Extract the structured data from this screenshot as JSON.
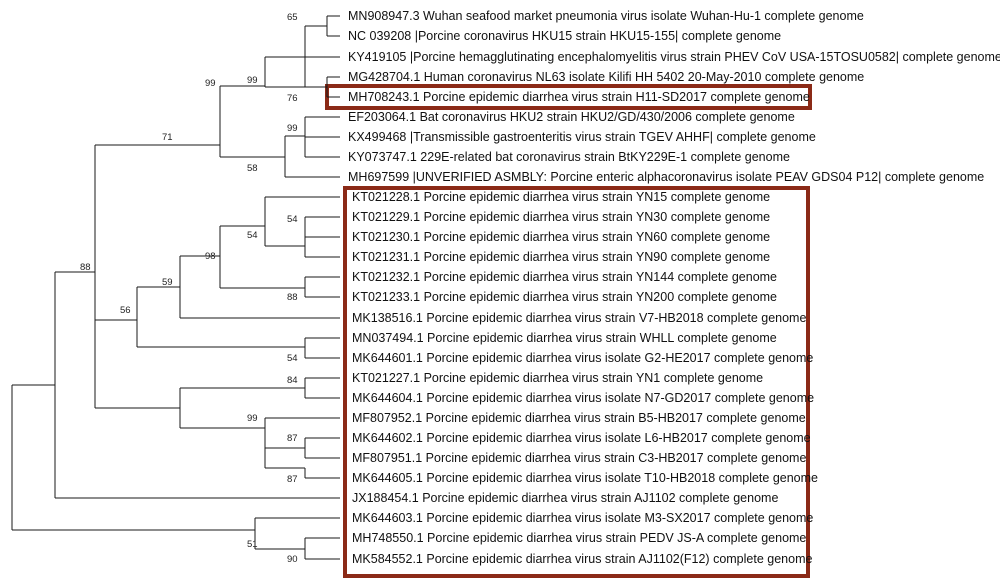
{
  "tree": {
    "leaves": [
      "MN908947.3 Wuhan seafood market pneumonia virus isolate Wuhan-Hu-1 complete genome",
      "NC 039208 |Porcine coronavirus HKU15 strain HKU15-155| complete genome",
      "KY419105 |Porcine hemagglutinating encephalomyelitis virus strain PHEV CoV USA-15TOSU0582| complete genome",
      "MG428704.1 Human coronavirus NL63 isolate Kilifi HH 5402 20-May-2010 complete genome",
      "MH708243.1 Porcine epidemic diarrhea virus strain H11-SD2017 complete genome",
      "EF203064.1 Bat coronavirus HKU2 strain HKU2/GD/430/2006 complete genome",
      "KX499468 |Transmissible gastroenteritis virus strain TGEV AHHF| complete genome",
      "KY073747.1 229E-related bat coronavirus strain BtKY229E-1 complete genome",
      "MH697599 |UNVERIFIED ASMBLY: Porcine enteric alphacoronavirus isolate PEAV GDS04 P12| complete genome",
      "KT021228.1 Porcine epidemic diarrhea virus strain YN15 complete genome",
      "KT021229.1 Porcine epidemic diarrhea virus strain YN30 complete genome",
      "KT021230.1 Porcine epidemic diarrhea virus strain YN60 complete genome",
      "KT021231.1 Porcine epidemic diarrhea virus strain YN90 complete genome",
      "KT021232.1 Porcine epidemic diarrhea virus strain YN144 complete genome",
      "KT021233.1 Porcine epidemic diarrhea virus strain YN200 complete genome",
      "MK138516.1 Porcine epidemic diarrhea virus strain V7-HB2018 complete genome",
      "MN037494.1 Porcine epidemic diarrhea virus strain WHLL complete genome",
      "MK644601.1 Porcine epidemic diarrhea virus isolate G2-HE2017 complete genome",
      "KT021227.1 Porcine epidemic diarrhea virus strain YN1 complete genome",
      "MK644604.1 Porcine epidemic diarrhea virus isolate N7-GD2017 complete genome",
      "MF807952.1 Porcine epidemic diarrhea virus strain B5-HB2017 complete genome",
      "MK644602.1 Porcine epidemic diarrhea virus isolate L6-HB2017 complete genome",
      "MF807951.1 Porcine epidemic diarrhea virus strain C3-HB2017 complete genome",
      "MK644605.1 Porcine epidemic diarrhea virus isolate T10-HB2018 complete genome",
      "JX188454.1 Porcine epidemic diarrhea virus strain AJ1102 complete genome",
      "MK644603.1 Porcine epidemic diarrhea virus isolate M3-SX2017 complete genome",
      "MH748550.1 Porcine epidemic diarrhea virus strain PEDV JS-A complete genome",
      "MK584552.1 Porcine epidemic diarrhea virus strain AJ1102(F12) complete genome"
    ],
    "bootstrap": [
      "65",
      "99",
      "99",
      "76",
      "71",
      "99",
      "58",
      "88",
      "54",
      "54",
      "98",
      "59",
      "88",
      "56",
      "54",
      "84",
      "99",
      "87",
      "87",
      "51",
      "90"
    ],
    "colors": {
      "branch": "#1a1a1a",
      "highlight": "#8b2a17",
      "text": "#111111"
    }
  }
}
